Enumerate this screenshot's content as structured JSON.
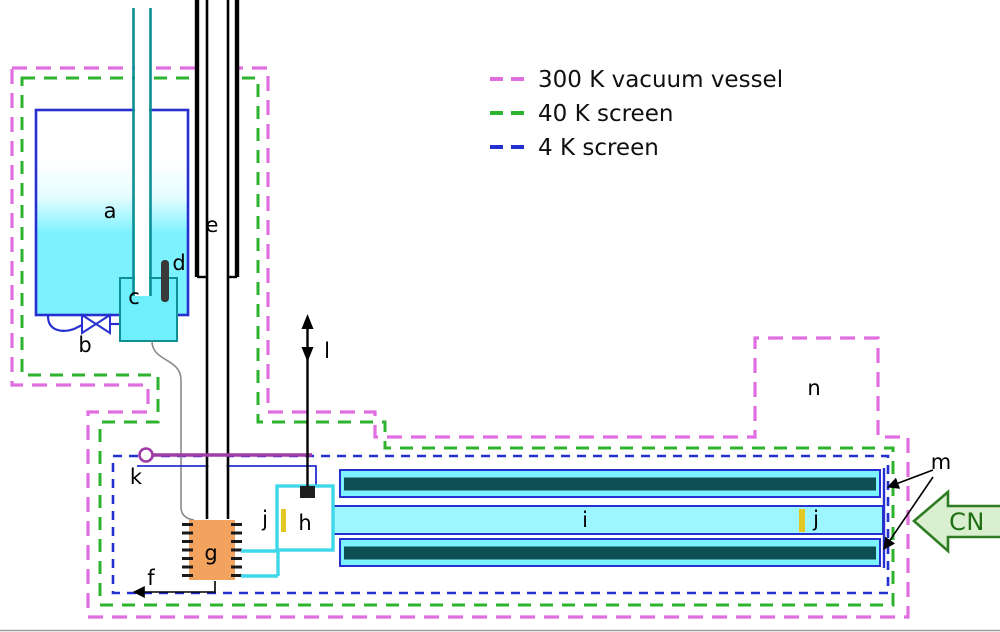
{
  "legend": {
    "items": [
      {
        "label": "300 K vacuum vessel"
      },
      {
        "label": "40 K screen"
      },
      {
        "label": "4 K screen"
      }
    ]
  },
  "labels": {
    "a": "a",
    "b": "b",
    "c": "c",
    "d": "d",
    "e": "e",
    "f": "f",
    "g": "g",
    "h": "h",
    "i": "i",
    "j_left": "j",
    "j_right": "j",
    "k": "k",
    "l": "l",
    "m": "m",
    "n": "n"
  },
  "beam": {
    "cn_label": "CN"
  },
  "colors": {
    "vessel_300k": "#e06ee0",
    "screen_40k": "#2db32d",
    "screen_4k": "#2230cf",
    "tank_border": "#2630cf",
    "liquid_cyan": "#7df2ff",
    "tube_teal": "#0d8f94",
    "pipe_cyan": "#3fd8ea",
    "heater_orange": "#f2a35e",
    "transfer_purple": "#a03ca8",
    "absorber_dark": "#0e4f55",
    "marker_yellow": "#e3c722",
    "cn_fill": "#d9efcf",
    "cn_stroke": "#2f7d23",
    "cn_text": "#1e6e14"
  }
}
